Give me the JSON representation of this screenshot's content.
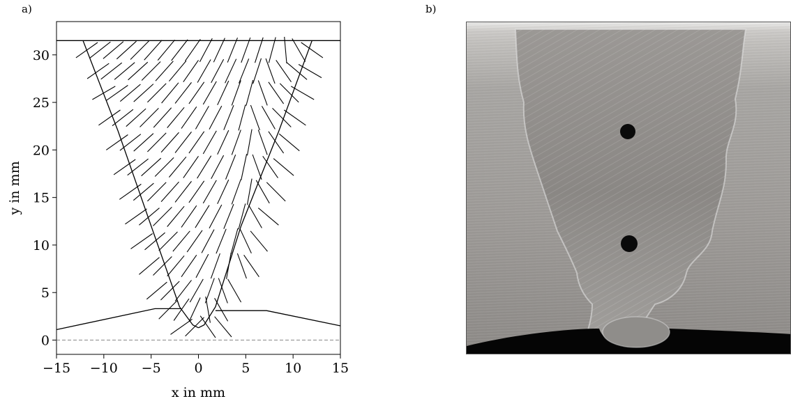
{
  "panels": {
    "a_label": "a)",
    "b_label": "b)"
  },
  "photo": {
    "description_icon": "weld-cross-section-photo"
  },
  "chart_data": {
    "type": "line",
    "xlabel": "x in mm",
    "ylabel": "y in mm",
    "xlim": [
      -15,
      15
    ],
    "ylim": [
      -1.5,
      33.5
    ],
    "xticks": [
      -15,
      -10,
      -5,
      0,
      5,
      10,
      15
    ],
    "xtick_labels": [
      "−15",
      "−10",
      "−5",
      "0",
      "5",
      "10",
      "15"
    ],
    "yticks": [
      0,
      5,
      10,
      15,
      20,
      25,
      30
    ],
    "ytick_labels": [
      "0",
      "5",
      "10",
      "15",
      "20",
      "25",
      "30"
    ],
    "grid": false,
    "series": [
      {
        "key": "top_surface",
        "style": "solid",
        "x": [
          -15,
          15
        ],
        "y": [
          31.5,
          31.5
        ]
      },
      {
        "key": "baseline",
        "style": "dashed",
        "x": [
          -15,
          15
        ],
        "y": [
          0,
          0
        ]
      },
      {
        "key": "plate_outline",
        "style": "solid",
        "x": [
          -15,
          -4.6,
          -1.8,
          null,
          1.8,
          7.2,
          15
        ],
        "y": [
          1.1,
          3.3,
          3.3,
          null,
          3.1,
          3.1,
          1.5
        ]
      },
      {
        "key": "groove_left",
        "style": "solid",
        "x": [
          -12.2,
          -8.5,
          -5.0,
          -2.0,
          -0.6,
          0.0
        ],
        "y": [
          31.5,
          22.0,
          12.0,
          3.5,
          1.6,
          1.3
        ]
      },
      {
        "key": "groove_right",
        "style": "solid",
        "x": [
          0.0,
          0.6,
          1.8,
          4.5,
          8.5,
          12.0
        ],
        "y": [
          1.3,
          1.6,
          3.5,
          12.0,
          22.0,
          31.5
        ]
      }
    ],
    "orientation_field": {
      "x": [
        -11.8,
        -10.4,
        -9.0,
        -7.6,
        -6.2,
        -4.8,
        -3.4,
        -2.0,
        -0.6,
        0.8,
        2.2,
        3.6,
        5.0,
        6.4,
        7.8,
        9.2,
        10.6,
        12.0,
        -10.6,
        -9.2,
        -7.8,
        -6.4,
        -5.0,
        -3.6,
        -2.2,
        -0.8,
        0.6,
        2.0,
        3.4,
        4.8,
        6.2,
        7.6,
        9.0,
        10.4,
        11.8,
        -10.0,
        -8.6,
        -7.2,
        -5.8,
        -4.4,
        -3.0,
        -1.6,
        -0.2,
        1.2,
        2.6,
        4.0,
        5.4,
        6.8,
        8.2,
        9.6,
        11.0,
        -9.4,
        -8.0,
        -6.6,
        -5.2,
        -3.8,
        -2.4,
        -1.0,
        0.4,
        1.8,
        3.2,
        4.6,
        6.0,
        7.4,
        8.8,
        10.2,
        -8.6,
        -7.2,
        -5.8,
        -4.4,
        -3.0,
        -1.6,
        -0.2,
        1.2,
        2.6,
        4.0,
        5.4,
        6.8,
        8.2,
        9.6,
        -7.8,
        -6.4,
        -5.0,
        -3.6,
        -2.2,
        -0.8,
        0.6,
        2.0,
        3.4,
        4.8,
        6.2,
        7.6,
        9.0,
        -7.2,
        -5.8,
        -4.4,
        -3.0,
        -1.6,
        -0.2,
        1.2,
        2.6,
        4.0,
        5.4,
        6.8,
        8.2,
        -6.6,
        -5.2,
        -3.8,
        -2.4,
        -1.0,
        0.4,
        1.8,
        3.2,
        4.6,
        6.0,
        7.4,
        -6.0,
        -4.6,
        -3.2,
        -1.8,
        -0.4,
        1.0,
        2.4,
        3.8,
        5.0,
        6.4,
        -5.2,
        -3.8,
        -2.4,
        -1.0,
        0.4,
        1.8,
        3.2,
        4.6,
        5.6,
        -4.4,
        -3.0,
        -1.6,
        -0.2,
        1.2,
        2.6,
        3.8,
        -3.2,
        -1.8,
        -0.4,
        1.0,
        2.4,
        -1.8,
        -0.4,
        1.0,
        2.6
      ],
      "y": [
        30.5,
        30.5,
        30.5,
        30.5,
        30.5,
        30.5,
        30.5,
        30.5,
        30.5,
        30.5,
        30.5,
        30.5,
        30.5,
        30.5,
        30.5,
        30.5,
        30.5,
        30.5,
        28.3,
        28.3,
        28.3,
        28.3,
        28.3,
        28.3,
        28.3,
        28.3,
        28.3,
        28.3,
        28.3,
        28.3,
        28.3,
        28.3,
        28.3,
        28.3,
        28.3,
        26.0,
        26.0,
        26.0,
        26.0,
        26.0,
        26.0,
        26.0,
        26.0,
        26.0,
        26.0,
        26.0,
        26.0,
        26.0,
        26.0,
        26.0,
        26.0,
        23.4,
        23.4,
        23.4,
        23.4,
        23.4,
        23.4,
        23.4,
        23.4,
        23.4,
        23.4,
        23.4,
        23.4,
        23.4,
        23.4,
        23.4,
        20.8,
        20.8,
        20.8,
        20.8,
        20.8,
        20.8,
        20.8,
        20.8,
        20.8,
        20.8,
        20.8,
        20.8,
        20.8,
        20.8,
        18.2,
        18.2,
        18.2,
        18.2,
        18.2,
        18.2,
        18.2,
        18.2,
        18.2,
        18.2,
        18.2,
        18.2,
        18.2,
        15.6,
        15.6,
        15.6,
        15.6,
        15.6,
        15.6,
        15.6,
        15.6,
        15.6,
        15.6,
        15.6,
        15.6,
        13.0,
        13.0,
        13.0,
        13.0,
        13.0,
        13.0,
        13.0,
        13.0,
        13.0,
        13.0,
        13.0,
        10.4,
        10.4,
        10.4,
        10.4,
        10.4,
        10.4,
        10.4,
        10.4,
        10.4,
        10.4,
        7.8,
        7.8,
        7.8,
        7.8,
        7.8,
        7.8,
        7.8,
        7.8,
        7.8,
        5.2,
        5.2,
        5.2,
        5.2,
        5.2,
        5.2,
        5.2,
        3.2,
        3.2,
        3.2,
        3.2,
        3.2,
        1.4,
        1.4,
        1.4,
        1.4
      ],
      "angle_deg": [
        35,
        38,
        40,
        42,
        45,
        48,
        50,
        52,
        55,
        62,
        65,
        68,
        70,
        72,
        75,
        95,
        120,
        145,
        35,
        38,
        40,
        42,
        45,
        48,
        50,
        55,
        60,
        62,
        65,
        68,
        72,
        110,
        125,
        140,
        150,
        30,
        35,
        40,
        42,
        45,
        50,
        52,
        55,
        60,
        65,
        70,
        75,
        110,
        125,
        135,
        150,
        35,
        38,
        42,
        45,
        48,
        50,
        55,
        60,
        62,
        68,
        75,
        110,
        120,
        135,
        145,
        35,
        38,
        42,
        45,
        48,
        52,
        55,
        60,
        65,
        70,
        80,
        110,
        125,
        140,
        35,
        38,
        42,
        45,
        50,
        55,
        58,
        62,
        68,
        78,
        110,
        125,
        140,
        35,
        40,
        45,
        48,
        52,
        55,
        60,
        65,
        70,
        80,
        120,
        135,
        35,
        40,
        45,
        50,
        55,
        58,
        62,
        68,
        75,
        120,
        140,
        35,
        40,
        45,
        50,
        55,
        62,
        68,
        75,
        115,
        130,
        40,
        45,
        50,
        55,
        62,
        70,
        80,
        110,
        125,
        40,
        45,
        52,
        60,
        70,
        110,
        120,
        45,
        55,
        65,
        100,
        120,
        35,
        45,
        125,
        130
      ]
    }
  }
}
